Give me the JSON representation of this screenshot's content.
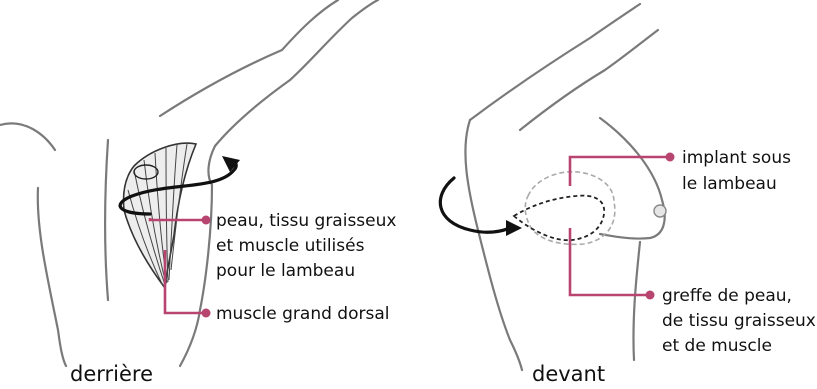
{
  "views": {
    "back": {
      "caption": "derrière"
    },
    "front": {
      "caption": "devant"
    }
  },
  "labels": {
    "flap_line1": "peau, tissu graisseux",
    "flap_line2": "et muscle utilisés",
    "flap_line3": "pour le lambeau",
    "muscle": "muscle grand dorsal",
    "implant_line1": "implant sous",
    "implant_line2": "le lambeau",
    "graft_line1": "greffe de peau,",
    "graft_line2": "de tissu graisseux",
    "graft_line3": "et de muscle"
  },
  "colors": {
    "leader": "#b84470",
    "outline": "#7a7a7a",
    "text": "#111111"
  }
}
